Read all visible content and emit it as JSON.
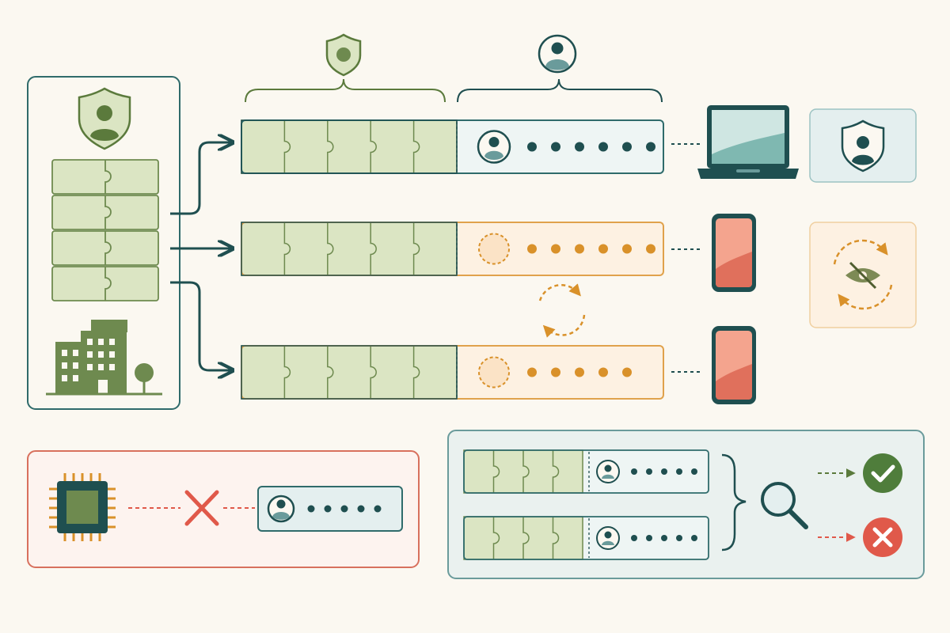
{
  "colors": {
    "background": "#fbf8f1",
    "dark_teal": "#1f4f50",
    "teal": "#2f6b6b",
    "green": "#6e8a4f",
    "green_light": "#dbe5c3",
    "green_dark": "#5b7a3c",
    "orange": "#d9912a",
    "orange_fill": "#fdf1e2",
    "orange_border": "#e0a24c",
    "coral": "#ec8068",
    "red": "#e0594a",
    "red_border": "#d8705d",
    "red_fill": "#fdf3ef",
    "check_green": "#4f7d3b",
    "cyan_fill": "#e4efef",
    "teal_border": "#6a9b9b",
    "laptop_screen": "#9fcfc9"
  },
  "source_panel": {
    "icon": "shield-user-icon",
    "building_icon": "building-icon",
    "tree_icon": "tree-icon",
    "block_count": 4
  },
  "header_icons": [
    "shield-icon",
    "user-circle-icon"
  ],
  "credentials": [
    {
      "id": "cred-1",
      "state": "bound",
      "dots": 6,
      "device": "laptop-icon"
    },
    {
      "id": "cred-2",
      "state": "pending",
      "dots": 6,
      "device": "phone-icon"
    },
    {
      "id": "cred-3",
      "state": "pending",
      "dots": 5,
      "device": "phone-icon"
    }
  ],
  "status_icons": [
    "shield-user-icon",
    "refresh-hidden-eye-icon"
  ],
  "rotate_icon": "rotate-arrows-icon",
  "invalid_panel": {
    "chip_icon": "chip-icon",
    "blocked_icon": "x-mark-icon",
    "dots": 5
  },
  "verify_panel": {
    "rows": [
      {
        "dots": 5,
        "outcome": "valid"
      },
      {
        "dots": 5,
        "outcome": "invalid"
      }
    ],
    "search_icon": "magnifier-icon",
    "valid_icon": "check-circle-icon",
    "invalid_icon": "x-circle-icon"
  }
}
